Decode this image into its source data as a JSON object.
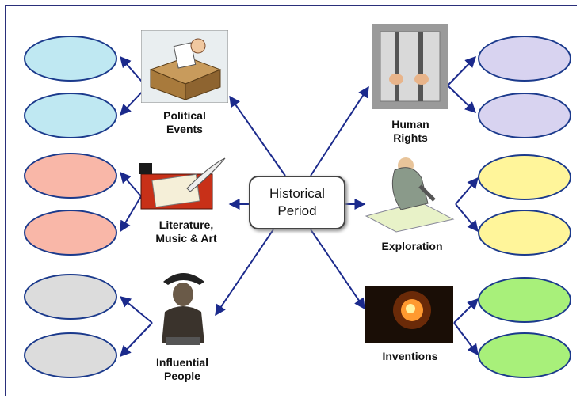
{
  "center": {
    "line1": "Historical",
    "line2": "Period"
  },
  "topics": {
    "political": {
      "line1": "Political",
      "line2": "Events",
      "icon": "ballot-box-icon",
      "color": "#bfe8f2"
    },
    "literature": {
      "line1": "Literature,",
      "line2": "Music & Art",
      "icon": "quill-paper-icon",
      "color": "#f9b7a8"
    },
    "influential": {
      "line1": "Influential",
      "line2": "People",
      "icon": "napoleon-bust-icon",
      "color": "#dcdcdc"
    },
    "rights": {
      "line1": "Human",
      "line2": "Rights",
      "icon": "jail-bars-icon",
      "color": "#d8d3f0"
    },
    "exploration": {
      "line1": "Exploration",
      "line2": "",
      "icon": "explorer-map-icon",
      "color": "#fff59a"
    },
    "inventions": {
      "line1": "Inventions",
      "line2": "",
      "icon": "lightbulb-icon",
      "color": "#a8f07a"
    }
  }
}
